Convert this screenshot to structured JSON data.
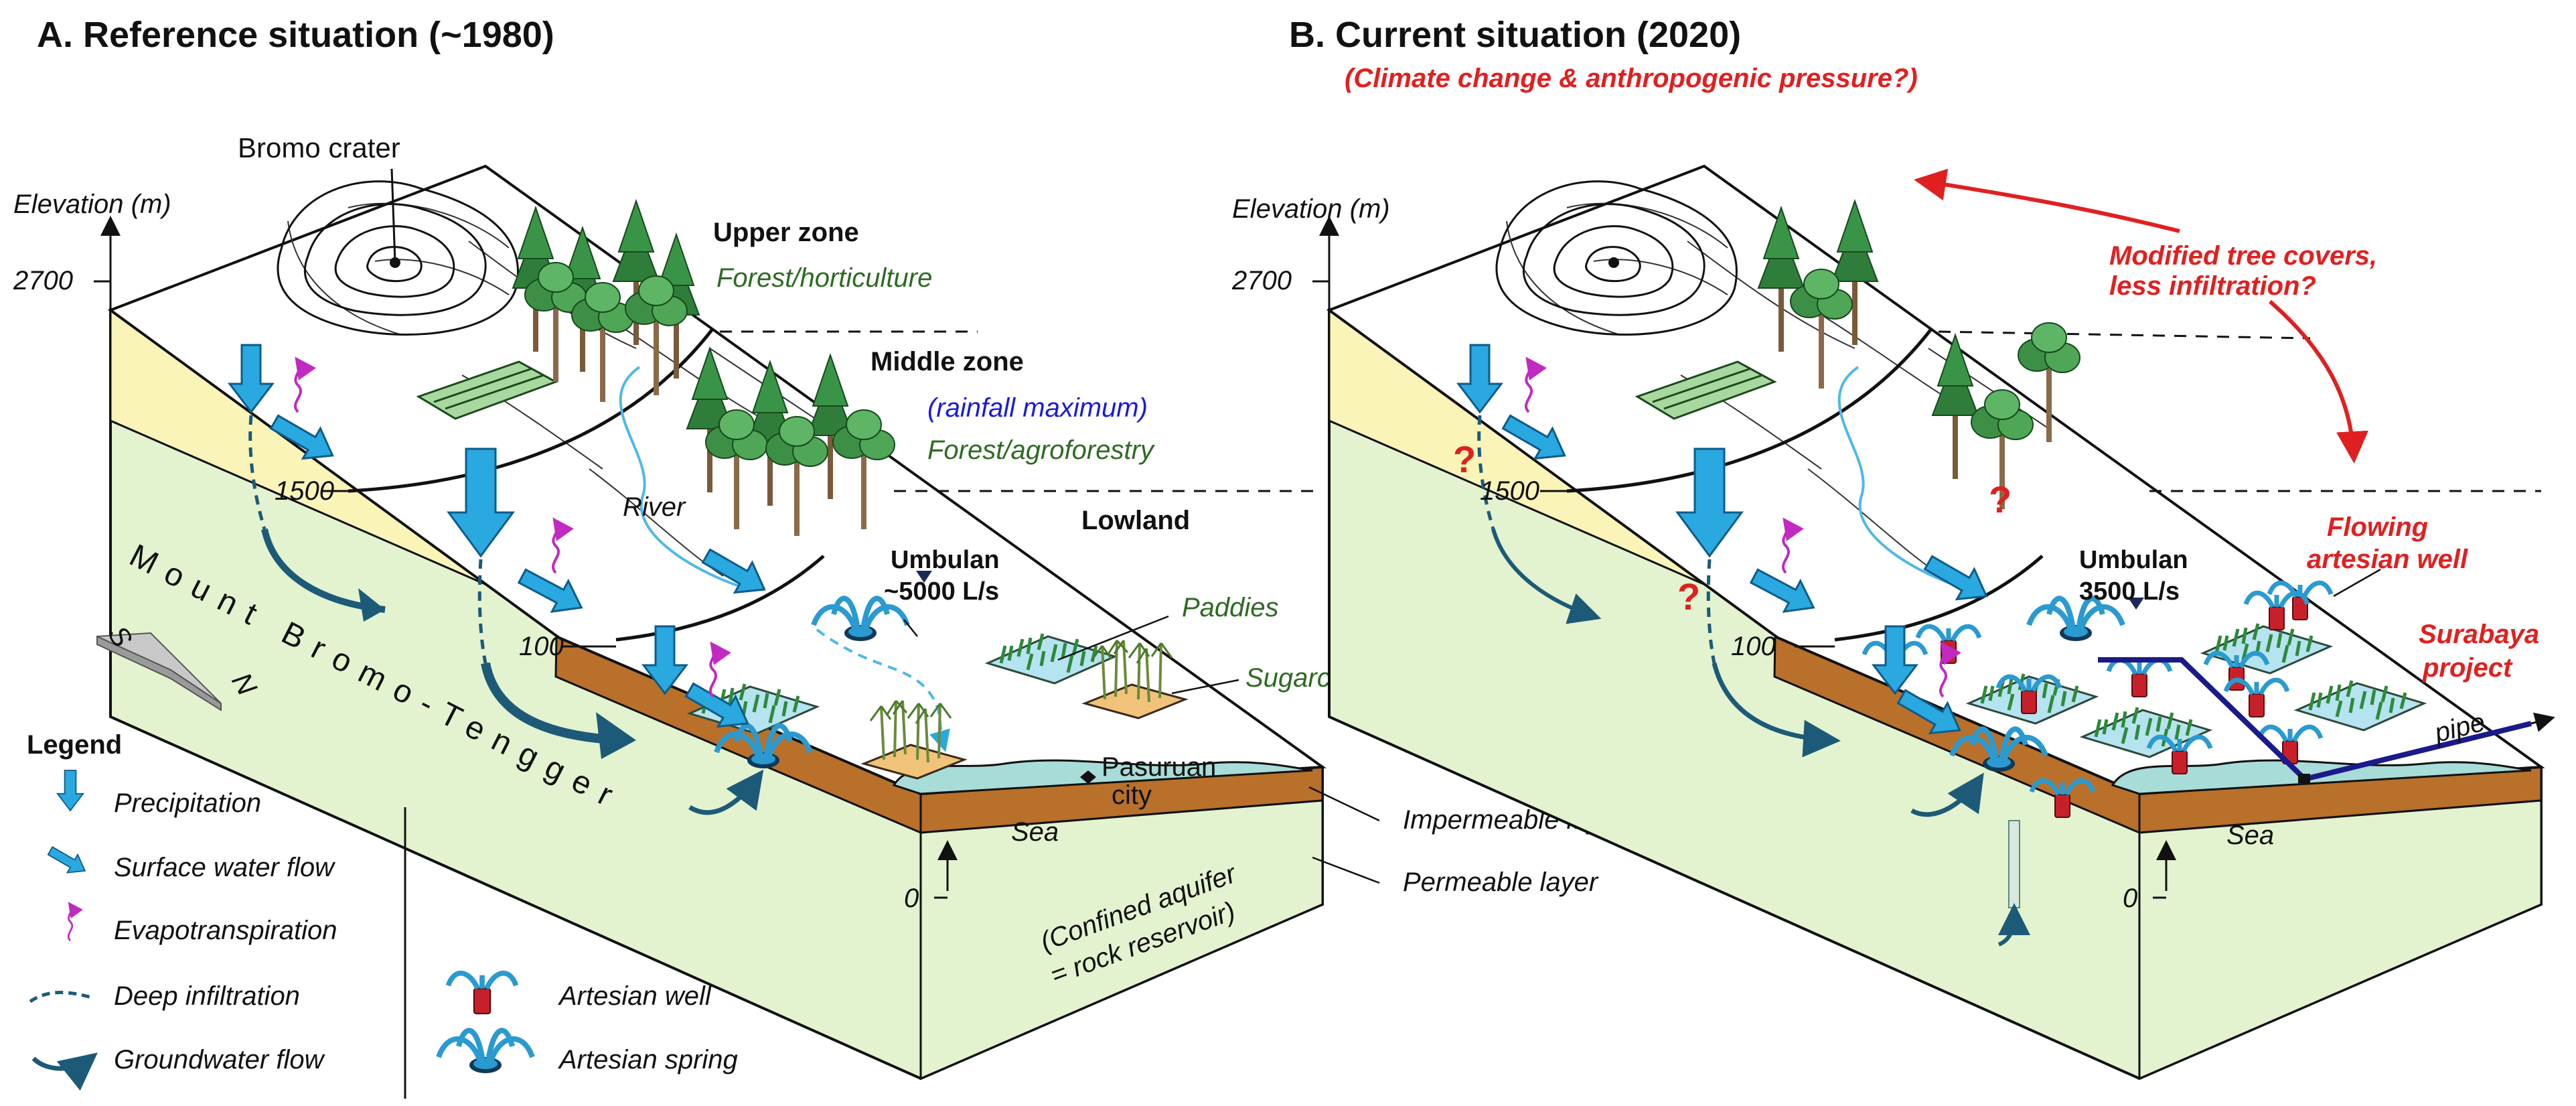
{
  "panel_a": {
    "title": "A. Reference situation (~1980)",
    "elevation_label": "Elevation (m)",
    "tick_2700": "2700",
    "tick_1500": "1500",
    "tick_100": "100",
    "tick_0": "0",
    "bromo_crater": "Bromo crater",
    "upper_zone": "Upper zone",
    "upper_zone_use": "Forest/horticulture",
    "middle_zone": "Middle zone",
    "rainfall_note": "(rainfall maximum)",
    "middle_zone_use": "Forest/agroforestry",
    "lowland": "Lowland",
    "river": "River",
    "umbulan": "Umbulan",
    "umbulan_flow": "~5000 L/s",
    "paddies": "Paddies",
    "sugarcane": "Sugarcane",
    "pasuruan": "Pasuruan",
    "city": "city",
    "sea": "Sea",
    "mountain_name": "Mount Bromo-Tengger",
    "compass_s": "S",
    "compass_n": "N",
    "impermeable_layer": "Impermeable layer",
    "permeable_layer": "Permeable layer",
    "aquifer_line1": "(Confined aquifer",
    "aquifer_line2": "= rock reservoir)"
  },
  "panel_b": {
    "title": "B. Current situation (2020)",
    "subtitle": "(Climate change & anthropogenic pressure?)",
    "elevation_label": "Elevation (m)",
    "tick_2700": "2700",
    "tick_1500": "1500",
    "tick_100": "100",
    "tick_0": "0",
    "tree_cover_line1": "Modified tree covers,",
    "tree_cover_line2": "less infiltration?",
    "flowing_line1": "Flowing",
    "flowing_line2": "artesian well",
    "surabaya_line1": "Surabaya",
    "surabaya_line2": "project",
    "umbulan": "Umbulan",
    "umbulan_flow": "3500 L/s",
    "pipe": "pipe",
    "sea": "Sea",
    "question_mark": "?"
  },
  "legend": {
    "title": "Legend",
    "precipitation": "Precipitation",
    "surface_flow": "Surface water flow",
    "evapotranspiration": "Evapotranspiration",
    "deep_infiltration": "Deep infiltration",
    "groundwater_flow": "Groundwater flow",
    "artesian_well": "Artesian well",
    "artesian_spring": "Artesian spring"
  },
  "colors": {
    "yellow_layer": "#fbf4b8",
    "green_layer": "#e3f3cf",
    "impermeable": "#b8702a",
    "sea": "#a8dcd8",
    "water_blue": "#2aa8e0",
    "groundwater": "#1d5a78",
    "evapo": "#c02ac0",
    "forest_green": "#2d6b22",
    "alert_red": "#e02020",
    "rain_blue": "#1a1adc",
    "pipe_navy": "#1a1a8a"
  }
}
